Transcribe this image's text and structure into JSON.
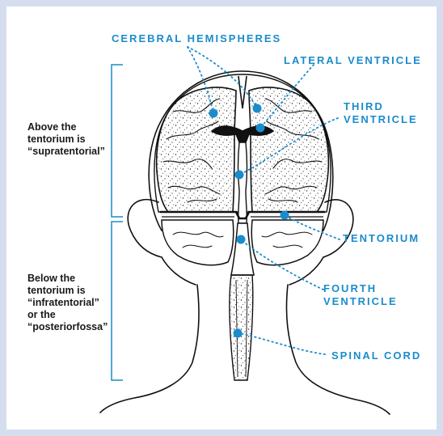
{
  "figure": {
    "accent_color": "#1a8ccc",
    "background_color": "#d5deef",
    "labels": {
      "cerebral_hemispheres": "CEREBRAL HEMISPHERES",
      "lateral_ventricle": "LATERAL VENTRICLE",
      "third_ventricle": [
        "THIRD",
        "VENTRICLE"
      ],
      "tentorium": "TENTORIUM",
      "fourth_ventricle": [
        "FOURTH",
        "VENTRICLE"
      ],
      "spinal_cord": "SPINAL CORD"
    },
    "regions": {
      "supratentorial": [
        "Above the",
        "tentorium is",
        "“supratentorial”"
      ],
      "infratentorial": [
        "Below the",
        "tentorium is",
        "“infratentorial”",
        "or the",
        "“posteriorfossa”"
      ]
    }
  }
}
